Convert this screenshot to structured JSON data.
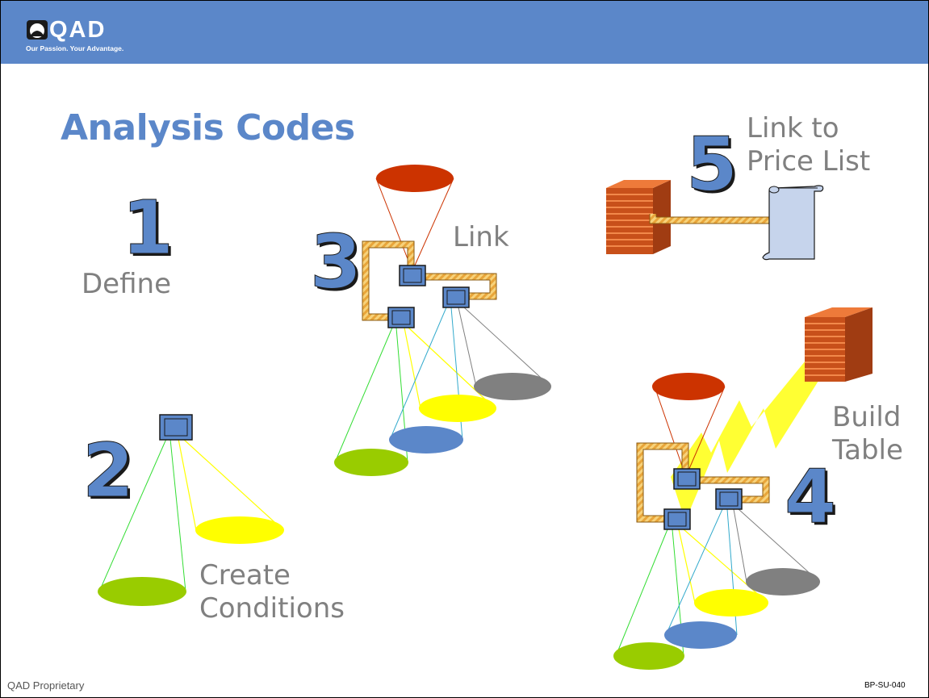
{
  "header": {
    "logo_text": "QAD",
    "tagline": "Our Passion. Your Advantage."
  },
  "title": "Analysis Codes",
  "steps": [
    {
      "number": "1",
      "label_lines": [
        "Define"
      ]
    },
    {
      "number": "2",
      "label_lines": [
        "Create",
        "Conditions"
      ]
    },
    {
      "number": "3",
      "label_lines": [
        "Link"
      ]
    },
    {
      "number": "4",
      "label_lines": [
        "Build",
        "Table"
      ]
    },
    {
      "number": "5",
      "label_lines": [
        "Link to",
        "Price List"
      ]
    }
  ],
  "footer": {
    "left": "QAD Proprietary",
    "right": "BP-SU-040"
  },
  "colors": {
    "header": "#5b87c9",
    "number_fill": "#5b87c9",
    "label_gray": "#808080",
    "red_cone": "#cc3300",
    "green_cone": "#99cc00",
    "yellow_cone": "#ffff00",
    "blue_cone": "#5b87c9",
    "gray_cone": "#808080",
    "link_gold": "#e6a23c",
    "stack_orange": "#e0641e",
    "lightning": "#ffff33",
    "scroll": "#c6d4ec"
  }
}
